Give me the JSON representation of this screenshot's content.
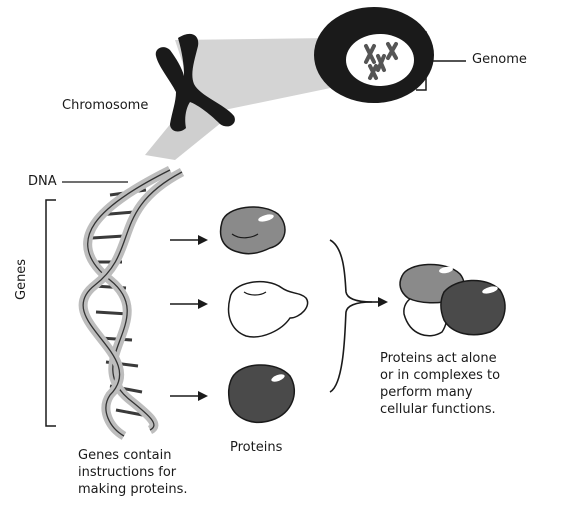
{
  "labels": {
    "genome": "Genome",
    "chromosome": "Chromosome",
    "dna": "DNA",
    "genes": "Genes",
    "genes_caption": "Genes contain\ninstructions for\nmaking proteins.",
    "proteins": "Proteins",
    "proteins_caption": "Proteins act alone\nor in complexes to\nperform many\ncellular functions."
  },
  "colors": {
    "nucleus": "#1a1a1a",
    "beam": "#c8c8c8",
    "protein_gray": "#8a8a8a",
    "protein_dark": "#4a4a4a",
    "dna_strand": "#bdbdbd",
    "rungs": "#3a3a3a"
  }
}
